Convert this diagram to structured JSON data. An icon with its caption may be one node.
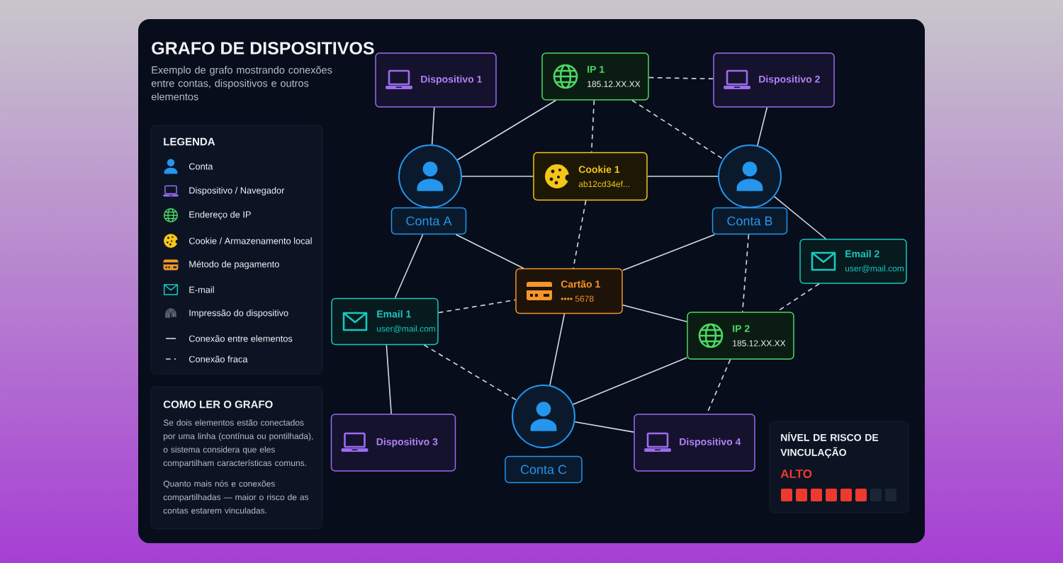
{
  "diagram": {
    "title": "GRAFO DE DISPOSITIVOS",
    "nodes": [
      {
        "text": [
          "Dispositivo 1"
        ]
      },
      {
        "text": [
          "IP 1",
          "185.12.XX.XX"
        ]
      },
      {
        "text": [
          "Dispositivo 2"
        ]
      },
      {
        "text": [],
        "shape": "circle"
      },
      {
        "text": [
          "Cookie 1",
          "ab12cd34ef..."
        ]
      },
      {
        "text": [],
        "shape": "circle"
      },
      {
        "text": [
          "Conta A"
        ]
      },
      {
        "text": [
          "Conta B"
        ]
      },
      {
        "text": [
          "Email 2",
          "user@mail.com"
        ]
      },
      {
        "text": [
          "Cartão 1",
          "•••• 5678"
        ]
      },
      {
        "text": [
          "Email 1",
          "user@mail.com"
        ]
      },
      {
        "text": [
          "IP 2",
          "185.12.XX.XX"
        ]
      },
      {
        "text": [],
        "shape": "circle"
      },
      {
        "text": [
          "Dispositivo 3"
        ]
      },
      {
        "text": [
          "Dispositivo 4"
        ]
      },
      {
        "text": [
          "Conta C"
        ]
      }
    ],
    "edges": [
      {
        "from": 0,
        "to": 3,
        "arrow": "none"
      },
      {
        "from": 3,
        "to": 1,
        "arrow": "none"
      },
      {
        "from": 1,
        "to": 2,
        "arrow": "none",
        "style": "dashed"
      },
      {
        "from": 1,
        "to": 4,
        "arrow": "none",
        "style": "dashed"
      },
      {
        "from": 1,
        "to": 5,
        "arrow": "none",
        "style": "dashed"
      },
      {
        "from": 2,
        "to": 5,
        "arrow": "none"
      },
      {
        "from": 3,
        "to": 4,
        "arrow": "none"
      },
      {
        "from": 4,
        "to": 5,
        "arrow": "none"
      },
      {
        "from": 4,
        "to": 9,
        "arrow": "none",
        "style": "dashed"
      },
      {
        "from": 6,
        "to": 9,
        "arrow": "none"
      },
      {
        "from": 6,
        "to": 10,
        "arrow": "none"
      },
      {
        "from": 5,
        "to": 8,
        "arrow": "none"
      },
      {
        "from": 7,
        "to": 9,
        "arrow": "none"
      },
      {
        "from": 7,
        "to": 11,
        "arrow": "none",
        "style": "dashed"
      },
      {
        "from": 10,
        "to": 9,
        "arrow": "none",
        "style": "dashed"
      },
      {
        "from": 9,
        "to": 11,
        "arrow": "none"
      },
      {
        "from": 9,
        "to": 12,
        "arrow": "none"
      },
      {
        "from": 8,
        "to": 11,
        "arrow": "none",
        "style": "dashed"
      },
      {
        "from": 10,
        "to": 13,
        "arrow": "none"
      },
      {
        "from": 10,
        "to": 12,
        "arrow": "none",
        "style": "dashed"
      },
      {
        "from": 12,
        "to": 11,
        "arrow": "none"
      },
      {
        "from": 12,
        "to": 14,
        "arrow": "none"
      },
      {
        "from": 11,
        "to": 14,
        "arrow": "none",
        "style": "dashed"
      }
    ],
    "labels": [
      "Exemplo de grafo mostrando conexões entre contas, dispositivos e outros elementos",
      "LEGENDA",
      "COMO LER O GRAFO",
      "Se dois elementos estão conectados por uma linha (contínua ou pontilhada), o sistema considera que eles compartilham características comuns.",
      "Quanto mais nós e conexões compartilhadas — maior o risco de as contas estarem vinculadas.",
      "NÍVEL DE RISCO DE VINCULAÇÃO",
      "ALTO"
    ],
    "legend": [
      {
        "text": "Conta"
      },
      {
        "text": "Dispositivo / Navegador"
      },
      {
        "text": "Endereço de IP"
      },
      {
        "text": "Cookie / Armazenamento local"
      },
      {
        "text": "Método de pagamento"
      },
      {
        "text": "E-mail"
      },
      {
        "text": "Impressão do dispositivo"
      },
      {
        "text": "Conexão entre elementos"
      },
      {
        "text": "Conexão fraca"
      }
    ]
  }
}
